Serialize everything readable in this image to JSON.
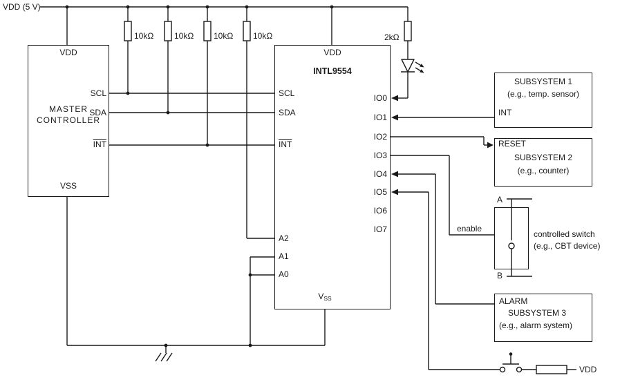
{
  "colors": {
    "ink": "#1a1a1a",
    "background": "#ffffff"
  },
  "power_rail": {
    "label": "VDD (5 V)"
  },
  "pullup_resistors": {
    "r1": "10kΩ",
    "r2": "10kΩ",
    "r3": "10kΩ",
    "r4": "10kΩ"
  },
  "led_branch": {
    "resistor": "2kΩ"
  },
  "master_controller": {
    "title_line1": "MASTER",
    "title_line2": "CONTROLLER",
    "pin_vdd": "VDD",
    "pin_scl": "SCL",
    "pin_sda": "SDA",
    "pin_int": "INT",
    "pin_vss": "VSS"
  },
  "io_expander": {
    "name": "INTL9554",
    "pin_vdd": "VDD",
    "pin_scl": "SCL",
    "pin_sda": "SDA",
    "pin_int": "INT",
    "pin_a2": "A2",
    "pin_a1": "A1",
    "pin_a0": "A0",
    "pin_vss_main": "V",
    "pin_vss_sub": "SS",
    "io_pins": [
      "IO0",
      "IO1",
      "IO2",
      "IO3",
      "IO4",
      "IO5",
      "IO6",
      "IO7"
    ]
  },
  "subsystem1": {
    "title": "SUBSYSTEM 1",
    "subtitle": "(e.g., temp. sensor)",
    "pin_int": "INT"
  },
  "subsystem2": {
    "pin_reset": "RESET",
    "title": "SUBSYSTEM 2",
    "subtitle": "(e.g., counter)"
  },
  "controlled_switch": {
    "terminal_a": "A",
    "terminal_b": "B",
    "enable_label": "enable",
    "caption_line1": "controlled switch",
    "caption_line2": "(e.g., CBT device)"
  },
  "subsystem3": {
    "title_line1": "ALARM",
    "title_line2": "SUBSYSTEM 3",
    "subtitle": "(e.g., alarm system)"
  },
  "pushbutton_branch": {
    "vdd_label": "VDD"
  }
}
